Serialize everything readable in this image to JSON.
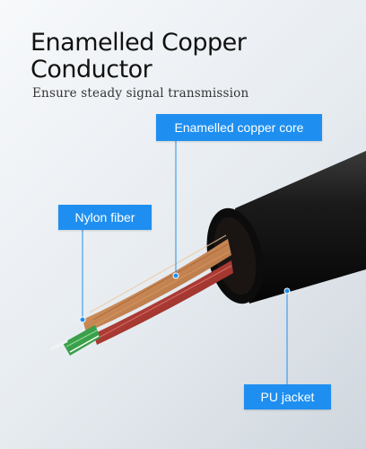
{
  "heading": {
    "line1": "Enamelled Copper",
    "line2": "Conductor",
    "subtitle": "Ensure steady signal transmission"
  },
  "callouts": {
    "core": "Enamelled copper core",
    "nylon": "Nylon fiber",
    "jacket": "PU jacket"
  },
  "colors": {
    "accent": "#1e8ff0",
    "jacket": "#141414",
    "copper": "#c9895a",
    "red_wire": "#b0342d",
    "green_wire": "#3aa04a"
  }
}
